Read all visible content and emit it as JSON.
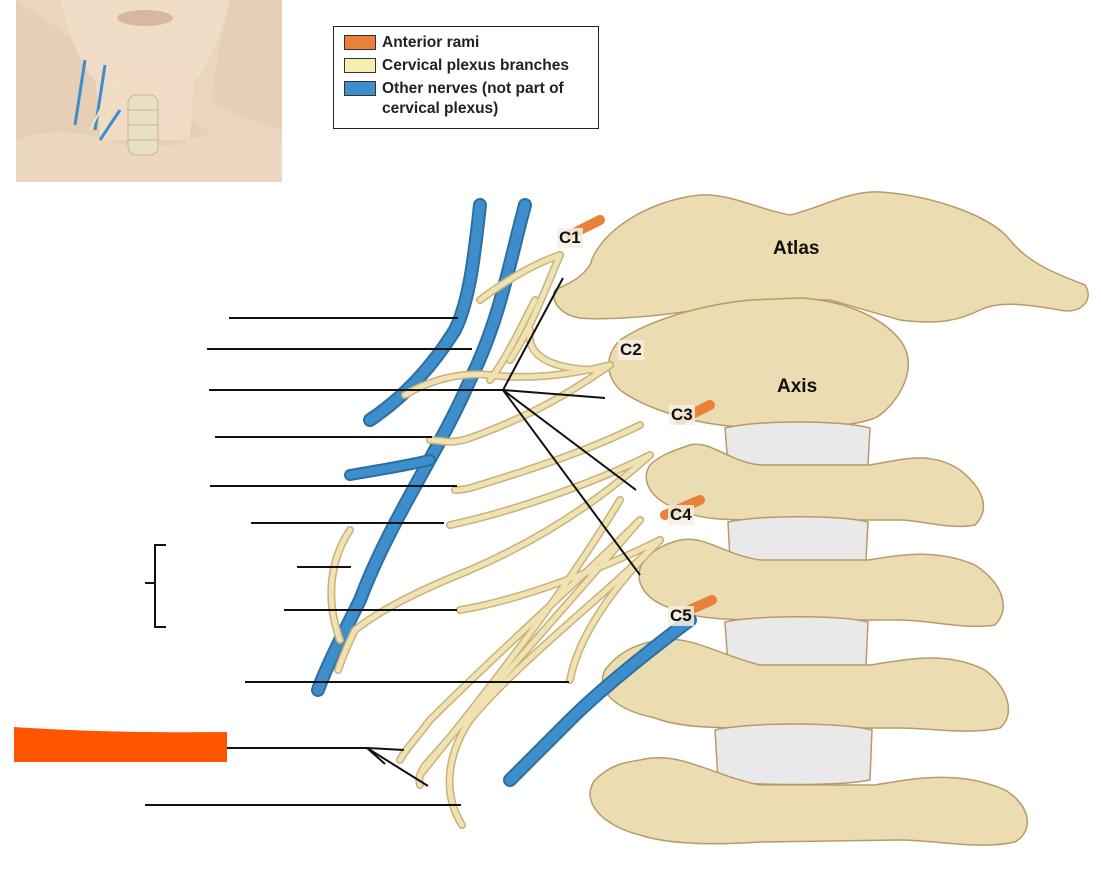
{
  "legend": {
    "items": [
      {
        "label": "Anterior rami",
        "color": "#e8823a"
      },
      {
        "label": "Cervical plexus branches",
        "color": "#f6f0b0"
      },
      {
        "label": "Other nerves (not part of cervical plexus)",
        "color": "#3d8ecb"
      }
    ]
  },
  "labels": {
    "atlas": "Atlas",
    "axis": "Axis",
    "c1": "C1",
    "c2": "C2",
    "c3": "C3",
    "c4": "C4",
    "c5": "C5"
  },
  "colors": {
    "bone": "#ecdcb2",
    "bone_shadow": "#c9b083",
    "disc": "#e9e9ea",
    "plexus": "#f1e2b3",
    "plexus_edge": "#c9b27a",
    "nerve_blue": "#3d8ecb",
    "anterior_rami": "#e8823a",
    "redaction": "#ff5500",
    "leader": "#111111",
    "skin": "#ead5bf"
  },
  "icons": {
    "thumbnail": "neck-thumbnail-illustration"
  }
}
